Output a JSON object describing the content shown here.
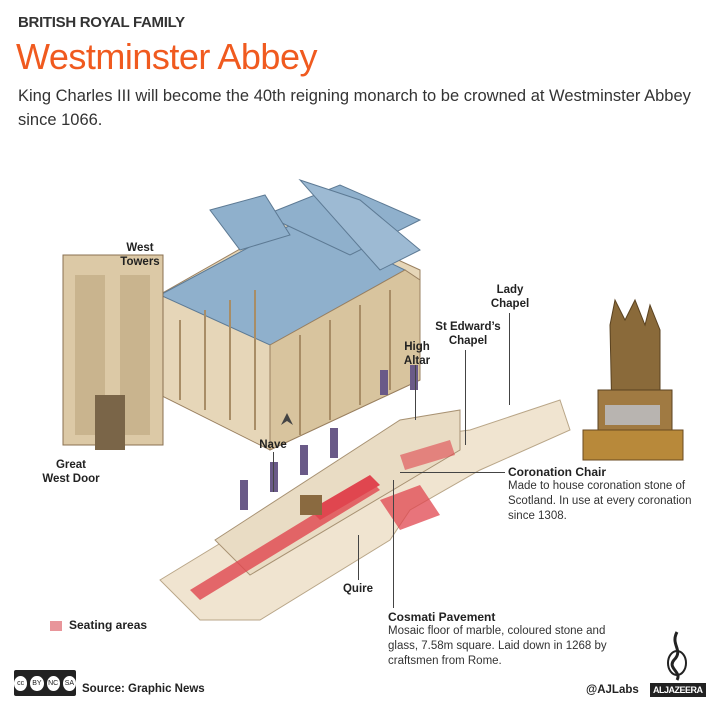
{
  "header": {
    "kicker": "BRITISH ROYAL FAMILY",
    "title": "Westminster Abbey",
    "subtitle": "King Charles III will become the 40th reigning monarch to be crowned at Westminster Abbey since 1066."
  },
  "labels": {
    "west_towers": "West Towers",
    "great_west_door": "Great West Door",
    "lady_chapel": "Lady Chapel",
    "st_edwards_chapel": "St Edward’s Chapel",
    "high_altar": "High Altar",
    "nave": "Nave",
    "quire": "Quire"
  },
  "callouts": {
    "coronation_chair": {
      "title": "Coronation Chair",
      "text": "Made to house coronation stone of Scotland. In use at every coronation since 1308."
    },
    "cosmati_pavement": {
      "title": "Cosmati Pavement",
      "text": "Mosaic floor of marble, coloured stone and glass, 7.58m square. Laid down in 1268 by craftsmen from Rome."
    }
  },
  "legend": {
    "seating": "Seating areas",
    "seating_color": "#e8959a"
  },
  "footer": {
    "source": "Source: Graphic News",
    "handle": "@AJLabs",
    "brand": "ALJAZEERA",
    "license": [
      "BY",
      "NC",
      "SA"
    ]
  },
  "colors": {
    "accent": "#f05a1f",
    "roof": "#8fb0cc",
    "stone": "#e6d6b8",
    "seating": "#e0464f"
  }
}
